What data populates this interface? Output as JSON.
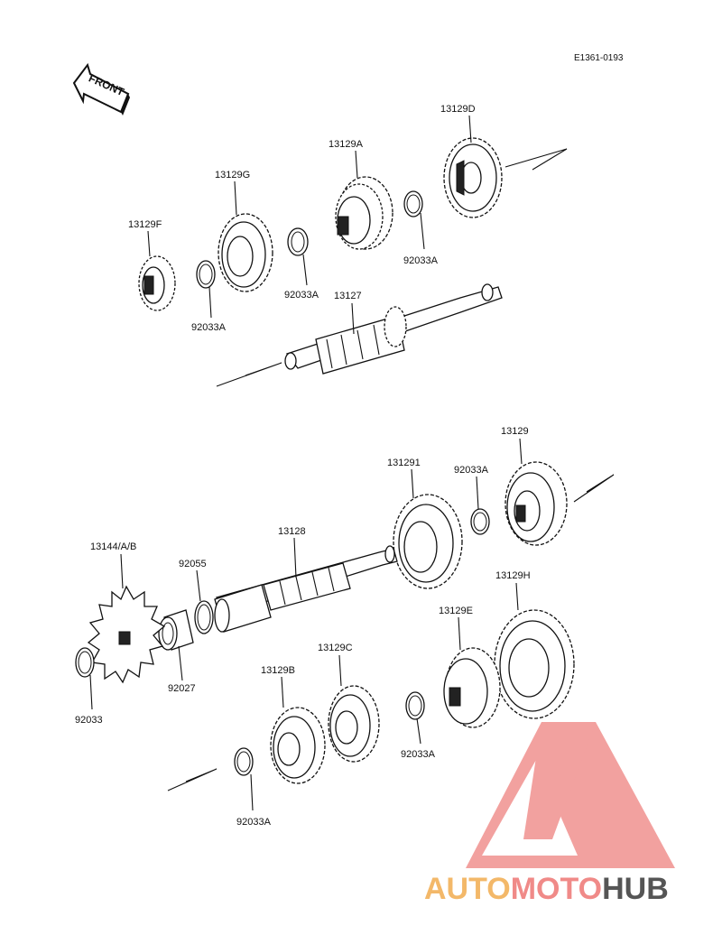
{
  "reference_code": "E1361-0193",
  "front_badge": "FRONT",
  "parts": {
    "gear_13129d": "13129D",
    "gear_13129a": "13129A",
    "gear_13129g": "13129G",
    "gear_13129f": "13129F",
    "circlip_upper_right": "92033A",
    "circlip_upper_mid": "92033A",
    "circlip_upper_left": "92033A",
    "shaft_13127": "13127",
    "gear_131291": "131291",
    "gear_13129": "13129",
    "circlip_lower_right": "92033A",
    "shaft_13128": "13128",
    "sprocket": "13144/A/B",
    "oring": "92055",
    "collar": "92027",
    "circlip_sprocket": "92033",
    "gear_13129h": "13129H",
    "gear_13129e": "13129E",
    "gear_13129c": "13129C",
    "gear_13129b": "13129B",
    "circlip_lower_mid": "92033A",
    "circlip_lower_left": "92033A"
  },
  "watermark": {
    "part_auto": "AUTO",
    "part_moto": "MOTO",
    "part_hub": "HUB",
    "colors": {
      "auto": "#f3b869",
      "moto": "#f08a88",
      "hub": "#555555",
      "triangle": "#f08a88"
    }
  }
}
